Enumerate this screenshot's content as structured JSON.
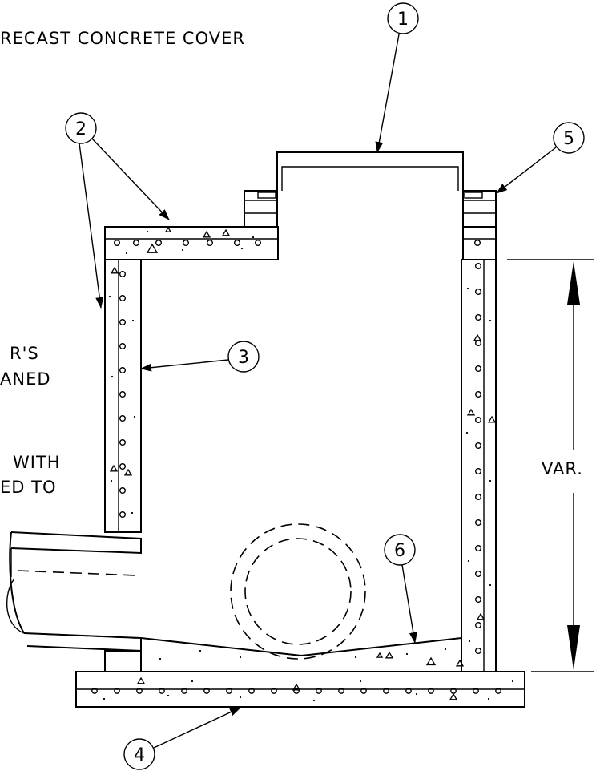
{
  "labels": {
    "cover": "RECAST  CONCRETE  COVER",
    "text_rs": "R'S",
    "text_aned": "ANED",
    "text_with": "WITH",
    "text_ed_to": "ED  TO",
    "dimension": "VAR."
  },
  "callouts": [
    {
      "id": "callout-1",
      "num": "1"
    },
    {
      "id": "callout-2",
      "num": "2"
    },
    {
      "id": "callout-3",
      "num": "3"
    },
    {
      "id": "callout-4",
      "num": "4"
    },
    {
      "id": "callout-5",
      "num": "5"
    },
    {
      "id": "callout-6",
      "num": "6"
    }
  ],
  "colors": {
    "ink": "#000000",
    "background": "#ffffff"
  }
}
